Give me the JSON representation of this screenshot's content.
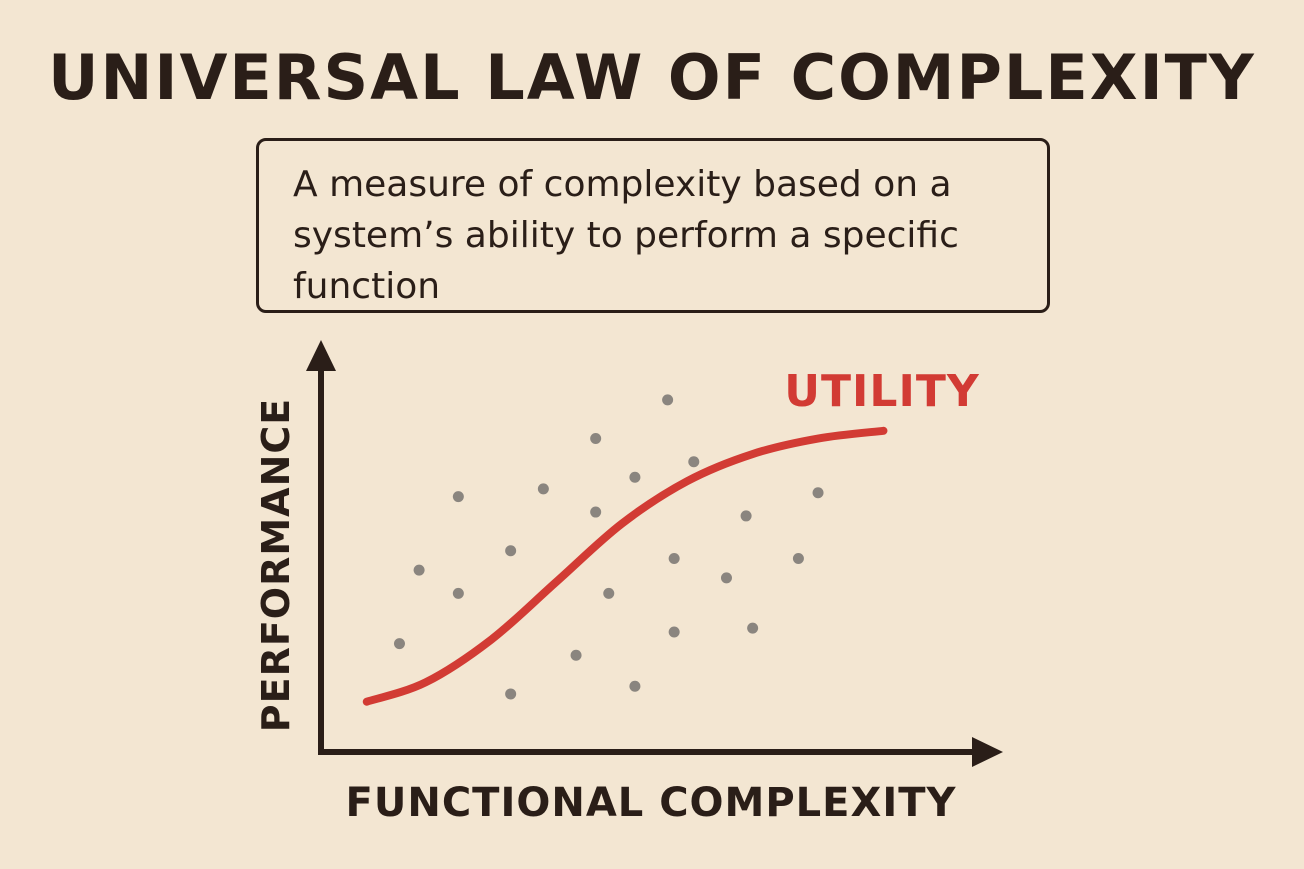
{
  "title": "UNIVERSAL LAW OF COMPLEXITY",
  "definition": "A measure of complexity based on a system’s ability to perform a specific function",
  "colors": {
    "background": "#f3e6d2",
    "ink": "#2a1e18",
    "utility_curve": "#d23b34",
    "points": "#8a857f"
  },
  "chart_data": {
    "type": "scatter",
    "xlabel": "FUNCTIONAL COMPLEXITY",
    "ylabel": "PERFORMANCE",
    "curve_label": "UTILITY",
    "xlim": [
      0,
      10
    ],
    "ylim": [
      0,
      10
    ],
    "points": [
      {
        "x": 1.2,
        "y": 2.8
      },
      {
        "x": 1.5,
        "y": 4.7
      },
      {
        "x": 2.1,
        "y": 4.1
      },
      {
        "x": 2.1,
        "y": 6.6
      },
      {
        "x": 2.9,
        "y": 1.5
      },
      {
        "x": 2.9,
        "y": 5.2
      },
      {
        "x": 3.4,
        "y": 6.8
      },
      {
        "x": 3.9,
        "y": 2.5
      },
      {
        "x": 4.2,
        "y": 6.2
      },
      {
        "x": 4.2,
        "y": 8.1
      },
      {
        "x": 4.4,
        "y": 4.1
      },
      {
        "x": 4.8,
        "y": 1.7
      },
      {
        "x": 4.8,
        "y": 7.1
      },
      {
        "x": 5.3,
        "y": 9.1
      },
      {
        "x": 5.4,
        "y": 3.1
      },
      {
        "x": 5.4,
        "y": 5.0
      },
      {
        "x": 5.7,
        "y": 7.5
      },
      {
        "x": 6.2,
        "y": 4.5
      },
      {
        "x": 6.5,
        "y": 6.1
      },
      {
        "x": 6.6,
        "y": 3.2
      },
      {
        "x": 7.3,
        "y": 5.0
      },
      {
        "x": 7.6,
        "y": 6.7
      }
    ],
    "curve": [
      {
        "x": 0.7,
        "y": 1.3
      },
      {
        "x": 1.6,
        "y": 1.8
      },
      {
        "x": 2.6,
        "y": 2.9
      },
      {
        "x": 3.6,
        "y": 4.4
      },
      {
        "x": 4.6,
        "y": 5.9
      },
      {
        "x": 5.6,
        "y": 7.0
      },
      {
        "x": 6.6,
        "y": 7.7
      },
      {
        "x": 7.6,
        "y": 8.1
      },
      {
        "x": 8.6,
        "y": 8.3
      }
    ]
  }
}
